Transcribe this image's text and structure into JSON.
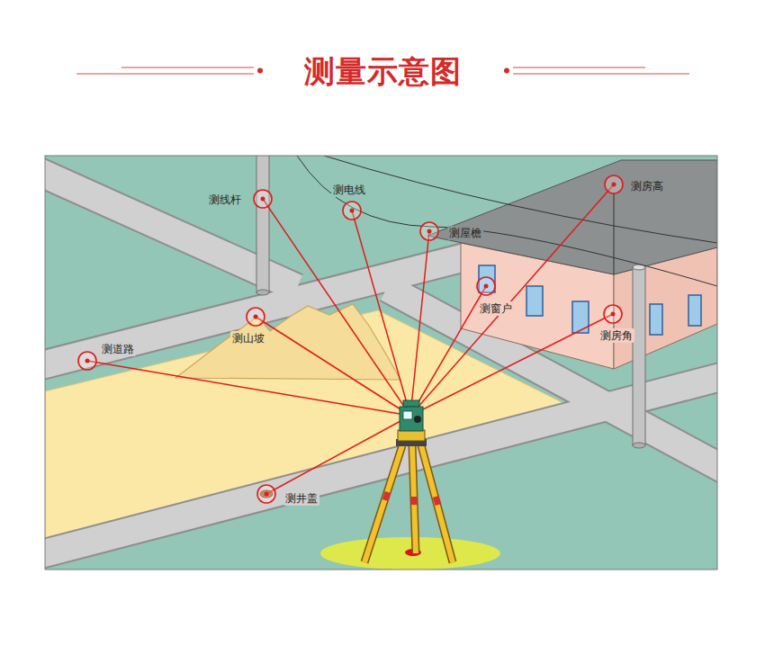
{
  "diagram": {
    "title": "测量示意图",
    "labels": [
      "测线杆",
      "测电线",
      "测房高",
      "测屋檐",
      "测窗户",
      "测山坡",
      "测房角",
      "测道路",
      "测井盖"
    ]
  }
}
